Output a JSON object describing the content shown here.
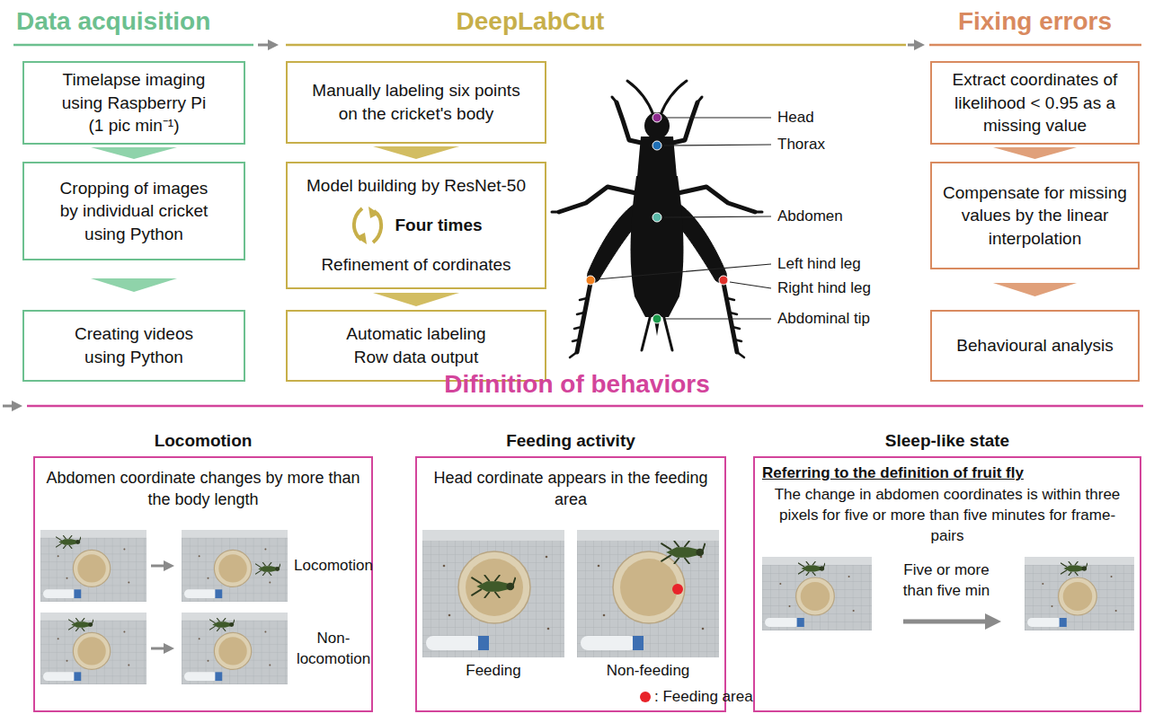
{
  "diagram": {
    "nodes": [
      {
        "text": [
          "Timelapse imaging using Raspberry Pi (1 pic min⁻¹)"
        ]
      },
      {
        "text": [
          "Cropping of images by individual cricket using Python"
        ]
      },
      {
        "text": [
          "Creating videos using Python"
        ]
      },
      {
        "text": [
          "Manually labeling six points on the cricket's body"
        ]
      },
      {
        "text": [
          "Model building by ResNet-50",
          "Four times",
          "Refinement of cordinates"
        ]
      },
      {
        "text": [
          "Automatic labeling Row data output"
        ]
      },
      {
        "text": [
          "Extract coordinates of likelihood < 0.95 as a missing value"
        ]
      },
      {
        "text": [
          "Compensate for missing values by the linear interpolation"
        ]
      },
      {
        "text": [
          "Behavioural analysis"
        ]
      },
      {
        "text": [
          "Locomotion",
          "Abdomen coordinate changes by more than the body length",
          "Locomotion",
          "Non-locomotion"
        ]
      },
      {
        "text": [
          "Feeding activity",
          "Head cordinate appears in the feeding area",
          "Feeding",
          "Non-feeding"
        ]
      },
      {
        "text": [
          "Sleep-like state",
          "Referring to the definition of fruit fly",
          "The change in abdomen coordinates is within three pixels for five or more than five minutes for frame-pairs",
          "Five or more than five min"
        ]
      }
    ],
    "edges": [
      {
        "from": 0,
        "to": 1,
        "arrow": "to"
      },
      {
        "from": 1,
        "to": 2,
        "arrow": "to"
      },
      {
        "from": 3,
        "to": 4,
        "arrow": "to"
      },
      {
        "from": 4,
        "to": 5,
        "arrow": "to"
      },
      {
        "from": 6,
        "to": 7,
        "arrow": "to"
      },
      {
        "from": 7,
        "to": 8,
        "arrow": "to"
      }
    ],
    "labels": [
      "Data acquisition",
      "DeepLabCut",
      "Fixing errors",
      "Head",
      "Thorax",
      "Abdomen",
      "Left hind leg",
      "Right hind leg",
      "Abdominal tip",
      "Difinition of behaviors"
    ],
    "legend": [
      {
        "text": ": Feeding area",
        "color": "#e8232a"
      }
    ]
  }
}
